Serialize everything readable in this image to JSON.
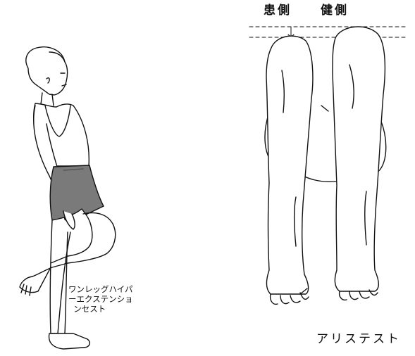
{
  "labels": {
    "affected_side": "患側",
    "healthy_side": "健側",
    "hyperextension_test": "ワンレッグハイパ\nーエクステンショ\n  ンセスト",
    "allis_test": "アリステスト"
  },
  "colors": {
    "line": "#111111",
    "shorts": "#7a7a7a",
    "background": "#ffffff"
  }
}
